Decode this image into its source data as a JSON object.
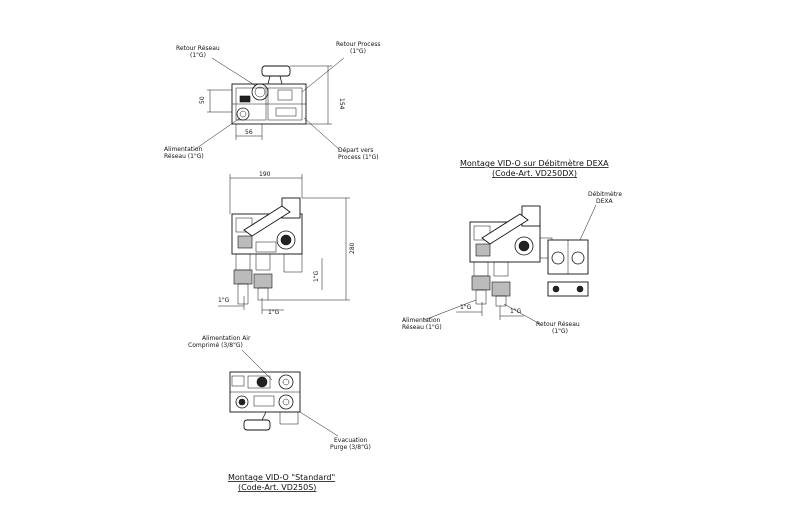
{
  "top_view": {
    "retour_reseau": [
      "Retour Réseau",
      "(1\"G)"
    ],
    "retour_process": [
      "Retour Process",
      "(1\"G)"
    ],
    "alimentation_reseau": [
      "Alimentation",
      "Réseau (1\"G)"
    ],
    "depart_process": [
      "Départ vers",
      "Process (1\"G)"
    ],
    "dim_50": "50",
    "dim_56": "56",
    "dim_154": "154"
  },
  "front_view": {
    "dim_190": "190",
    "dim_280": "280",
    "thread_right": "1\"G",
    "thread_left": "1\"G",
    "thread_bottom": "1\"G"
  },
  "standard_view": {
    "alimentation_air": [
      "Alimentation Air",
      "Comprimé (3/8\"G)"
    ],
    "evacuation": [
      "Evacuation",
      "Purge (3/8\"G)"
    ],
    "title": "Montage VID-O \"Standard\"",
    "code": "(Code-Art. VD250S)"
  },
  "dexa_view": {
    "title": "Montage VID-O sur Débitmètre DEXA",
    "code": "(Code-Art. VD250DX)",
    "debitmetre": [
      "Débitmètre",
      "DEXA"
    ],
    "alimentation_reseau": [
      "Alimentation",
      "Réseau (1\"G)"
    ],
    "retour_reseau": [
      "Retour Réseau",
      "(1\"G)"
    ],
    "thread_left": "1\"G",
    "thread_right": "1\"G"
  }
}
